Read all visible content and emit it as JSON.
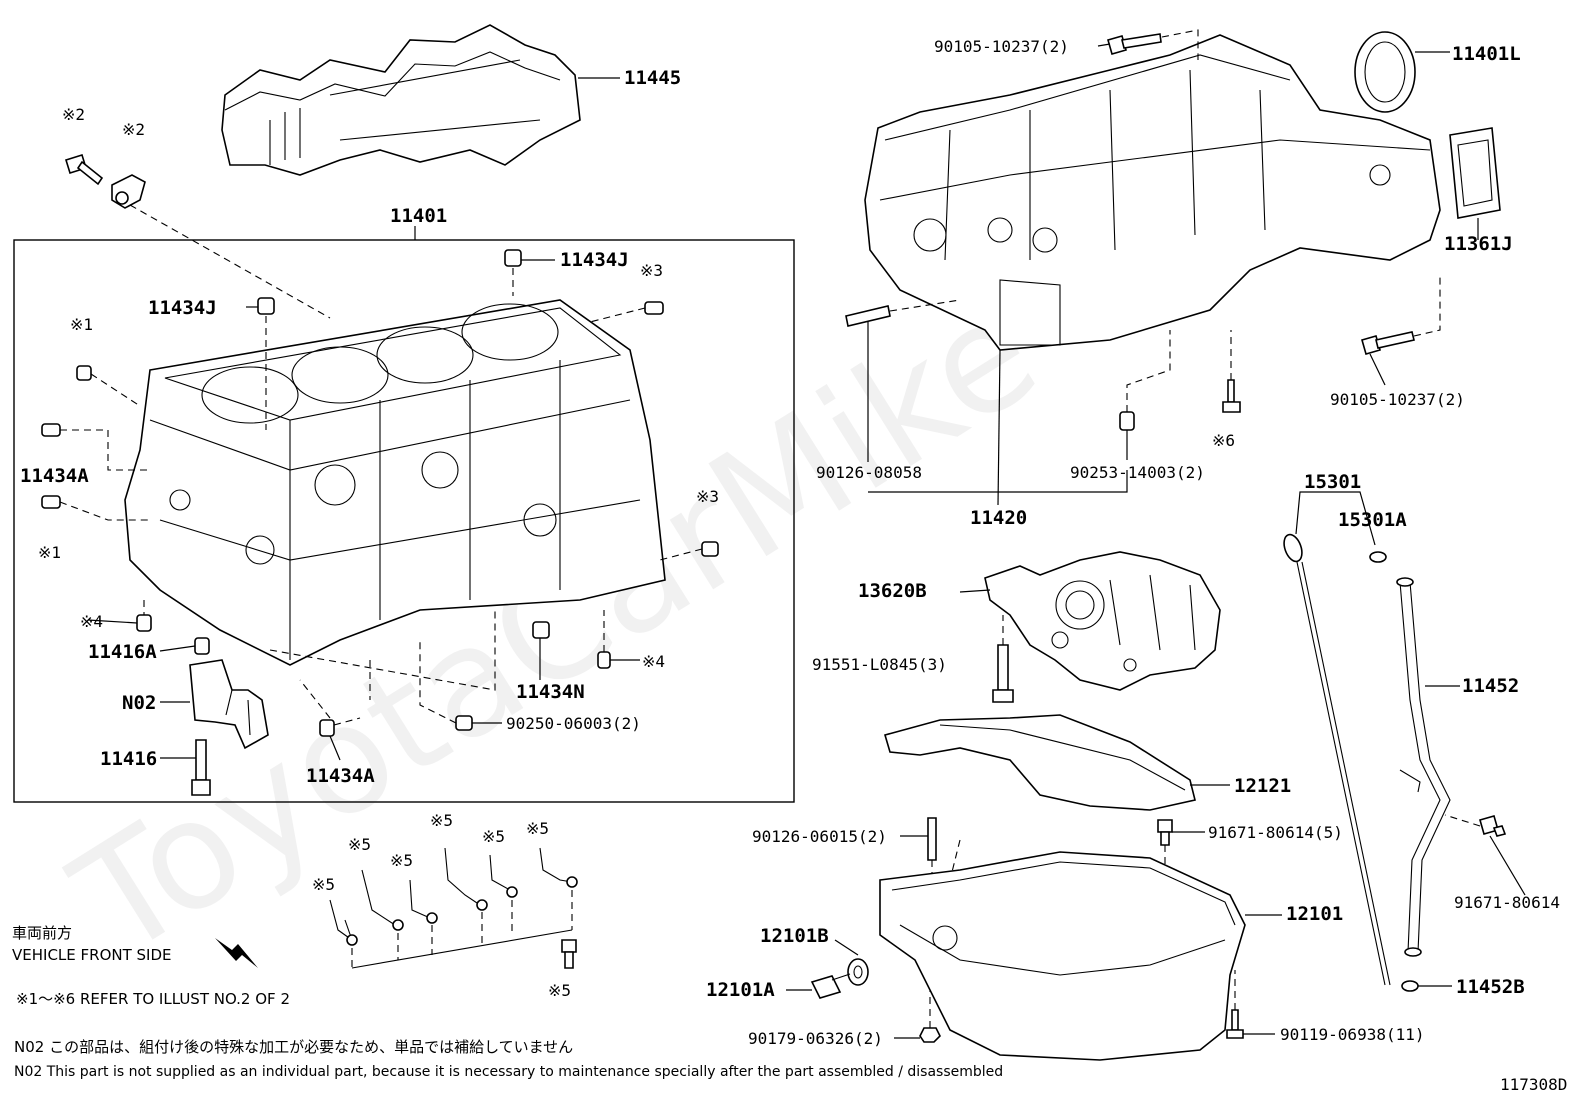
{
  "watermark": "ToyotaCarMike",
  "labels": {
    "p11445": "11445",
    "p11401": "11401",
    "p11434J_a": "11434J",
    "p11434J_b": "11434J",
    "p11434A_a": "11434A",
    "p11434A_b": "11434A",
    "p11434N": "11434N",
    "p11416A": "11416A",
    "p11416": "11416",
    "pN02": "N02",
    "p90250": "90250-06003(2)",
    "p90105_a": "90105-10237(2)",
    "p90105_b": "90105-10237(2)",
    "p11401L": "11401L",
    "p11361J": "11361J",
    "p90126_08058": "90126-08058",
    "p90253": "90253-14003(2)",
    "p11420": "11420",
    "p15301": "15301",
    "p15301A": "15301A",
    "p13620B": "13620B",
    "p91551": "91551-L0845(3)",
    "p11452": "11452",
    "p12121": "12121",
    "p90126_06015": "90126-06015(2)",
    "p91671_5": "91671-80614(5)",
    "p91671": "91671-80614",
    "p12101": "12101",
    "p12101B": "12101B",
    "p12101A": "12101A",
    "p11452B": "11452B",
    "p90179": "90179-06326(2)",
    "p90119": "90119-06938(11)"
  },
  "refs": {
    "r1": "※1",
    "r2": "※2",
    "r3": "※3",
    "r4": "※4",
    "r5": "※5",
    "r6": "※6"
  },
  "notes": {
    "front_jp": "車両前方",
    "front_en": "VEHICLE FRONT SIDE",
    "refer": "※1～※6  REFER TO ILLUST NO.2 OF 2",
    "n02_jp": "N02  この部品は、組付け後の特殊な加工が必要なため、単品では補給していません",
    "n02_en": "N02  This part is not supplied as an individual part, because it is necessary to maintenance specially after the part assembled / disassembled",
    "illust_no": "117308D"
  }
}
